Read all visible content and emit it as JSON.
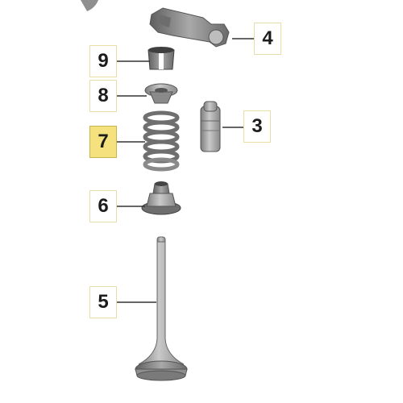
{
  "diagram": {
    "callouts": [
      {
        "id": "4",
        "label": "4",
        "highlighted": false
      },
      {
        "id": "9",
        "label": "9",
        "highlighted": false
      },
      {
        "id": "8",
        "label": "8",
        "highlighted": false
      },
      {
        "id": "3",
        "label": "3",
        "highlighted": false
      },
      {
        "id": "7",
        "label": "7",
        "highlighted": true
      },
      {
        "id": "6",
        "label": "6",
        "highlighted": false
      },
      {
        "id": "5",
        "label": "5",
        "highlighted": false
      }
    ],
    "colors": {
      "highlight": "#f5e27e",
      "callout_border": "#e9dfa6",
      "part_metal": "#9a9a9a",
      "leader_line": "#333333"
    }
  }
}
